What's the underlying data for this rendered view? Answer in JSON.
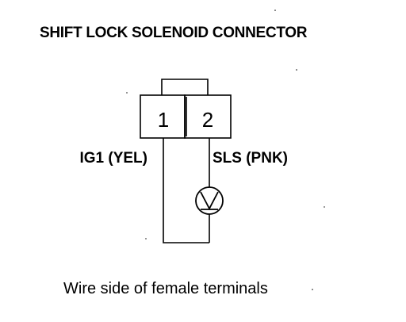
{
  "title": "SHIFT LOCK SOLENOID CONNECTOR",
  "connector": {
    "terminals": [
      {
        "number": "1",
        "wire_label": "IG1 (YEL)"
      },
      {
        "number": "2",
        "wire_label": "SLS (PNK)"
      }
    ]
  },
  "caption": "Wire side of female terminals",
  "colors": {
    "line": "#000000",
    "background": "#ffffff"
  },
  "icons": {
    "solenoid": "solenoid-symbol-icon"
  }
}
